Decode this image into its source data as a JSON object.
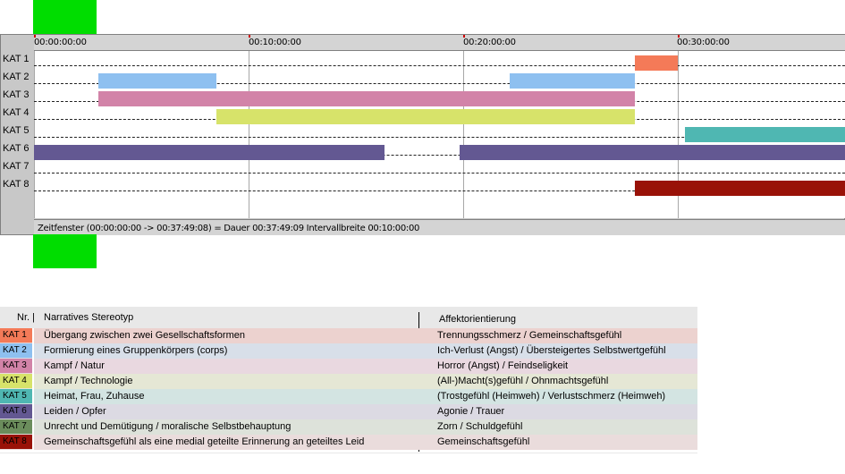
{
  "timeline": {
    "ticks": [
      "00:00:00:00",
      "00:10:00:00",
      "00:20:00:00",
      "00:30:00:00"
    ],
    "rows": [
      "KAT 1",
      "KAT 2",
      "KAT 3",
      "KAT 4",
      "KAT 5",
      "KAT 6",
      "KAT 7",
      "KAT 8"
    ],
    "status": "Zeitfenster (00:00:00:00 -> 00:37:49:08) = Dauer 00:37:49:09    Intervallbreite 00:10:00:00"
  },
  "legend": {
    "header_nr": "Nr. |",
    "header_stereotyp": "Narratives Stereotyp",
    "header_affekt": "Affektorientierung",
    "rows": [
      {
        "kat": "KAT 1",
        "stereotyp": "Übergang zwischen zwei Gesellschaftsformen",
        "affekt": "Trennungsschmerz / Gemeinschaftsgefühl",
        "chip": "#f47a58",
        "bg": "#ecd2cf"
      },
      {
        "kat": "KAT 2",
        "stereotyp": "Formierung eines Gruppenkörpers (corps)",
        "affekt": "Ich-Verlust (Angst) / Übersteigertes Selbstwertgefühl",
        "chip": "#8ec0f0",
        "bg": "#d8dfe9"
      },
      {
        "kat": "KAT 3",
        "stereotyp": "Kampf / Natur",
        "affekt": "Horror (Angst) / Feindseligkeit",
        "chip": "#d283a8",
        "bg": "#e9d8e0"
      },
      {
        "kat": "KAT 4",
        "stereotyp": "Kampf / Technologie",
        "affekt": "(All-)Macht(s)gefühl / Ohnmachtsgefühl",
        "chip": "#d7e36a",
        "bg": "#e5e7d5"
      },
      {
        "kat": "KAT 5",
        "stereotyp": "Heimat, Frau, Zuhause",
        "affekt": "(Trostgefühl (Heimweh) / Verlustschmerz (Heimweh)",
        "chip": "#4fb7b2",
        "bg": "#d3e4e2"
      },
      {
        "kat": "KAT 6",
        "stereotyp": "Leiden / Opfer",
        "affekt": "Agonie / Trauer",
        "chip": "#635892",
        "bg": "#dcdae3"
      },
      {
        "kat": "KAT 7",
        "stereotyp": "Unrecht und Demütigung / moralische Selbstbehauptung",
        "affekt": "Zorn / Schuldgefühl",
        "chip": "#6b8d5c",
        "bg": "#dde2da"
      },
      {
        "kat": "KAT 8",
        "stereotyp": "Gemeinschaftsgefühl als eine medial geteilte Erinnerung an geteiltes Leid",
        "affekt": "Gemeinschaftsgefühl",
        "chip": "#991208",
        "bg": "#eadcdc"
      }
    ]
  },
  "bars": [
    {
      "kat": "KAT 1",
      "start": "00:28:00:00",
      "end": "00:30:00:00",
      "color": "#f47a58"
    },
    {
      "kat": "KAT 2",
      "start": "00:03:00:00",
      "end": "00:08:30:00",
      "color": "#8ec0f0"
    },
    {
      "kat": "KAT 2",
      "start": "00:22:10:00",
      "end": "00:28:00:00",
      "color": "#8ec0f0"
    },
    {
      "kat": "KAT 3",
      "start": "00:03:00:00",
      "end": "00:28:00:00",
      "color": "#d283a8"
    },
    {
      "kat": "KAT 4",
      "start": "00:08:30:00",
      "end": "00:28:00:00",
      "color": "#d7e36a"
    },
    {
      "kat": "KAT 5",
      "start": "00:30:20:00",
      "end": "00:37:49:08",
      "color": "#4fb7b2"
    },
    {
      "kat": "KAT 6",
      "start": "00:00:00:00",
      "end": "00:16:20:00",
      "color": "#635892"
    },
    {
      "kat": "KAT 6",
      "start": "00:19:50:00",
      "end": "00:37:49:08",
      "color": "#635892"
    },
    {
      "kat": "KAT 8",
      "start": "00:28:00:00",
      "end": "00:37:49:08",
      "color": "#991208"
    }
  ]
}
